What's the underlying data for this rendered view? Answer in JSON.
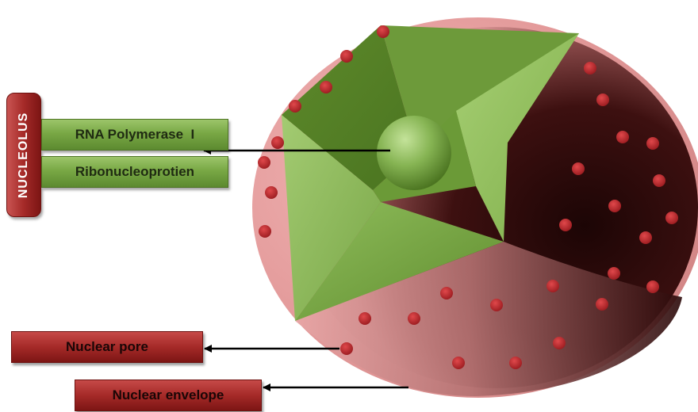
{
  "labels": {
    "nucleolus": "NUCLEOLUS",
    "rna_polymerase": "RNA Polymerase  I",
    "ribonucleoprotien": "Ribonucleoprotien",
    "nuclear_pore": "Nuclear pore",
    "nuclear_envelope": "Nuclear envelope"
  },
  "colors": {
    "envelope": "#d98a8a",
    "interior_dark": "#2a0a0a",
    "cutaway_green": "#7aa748",
    "pore_dot": "#b8262a",
    "label_green": "#79a845",
    "label_red": "#a52a28"
  }
}
